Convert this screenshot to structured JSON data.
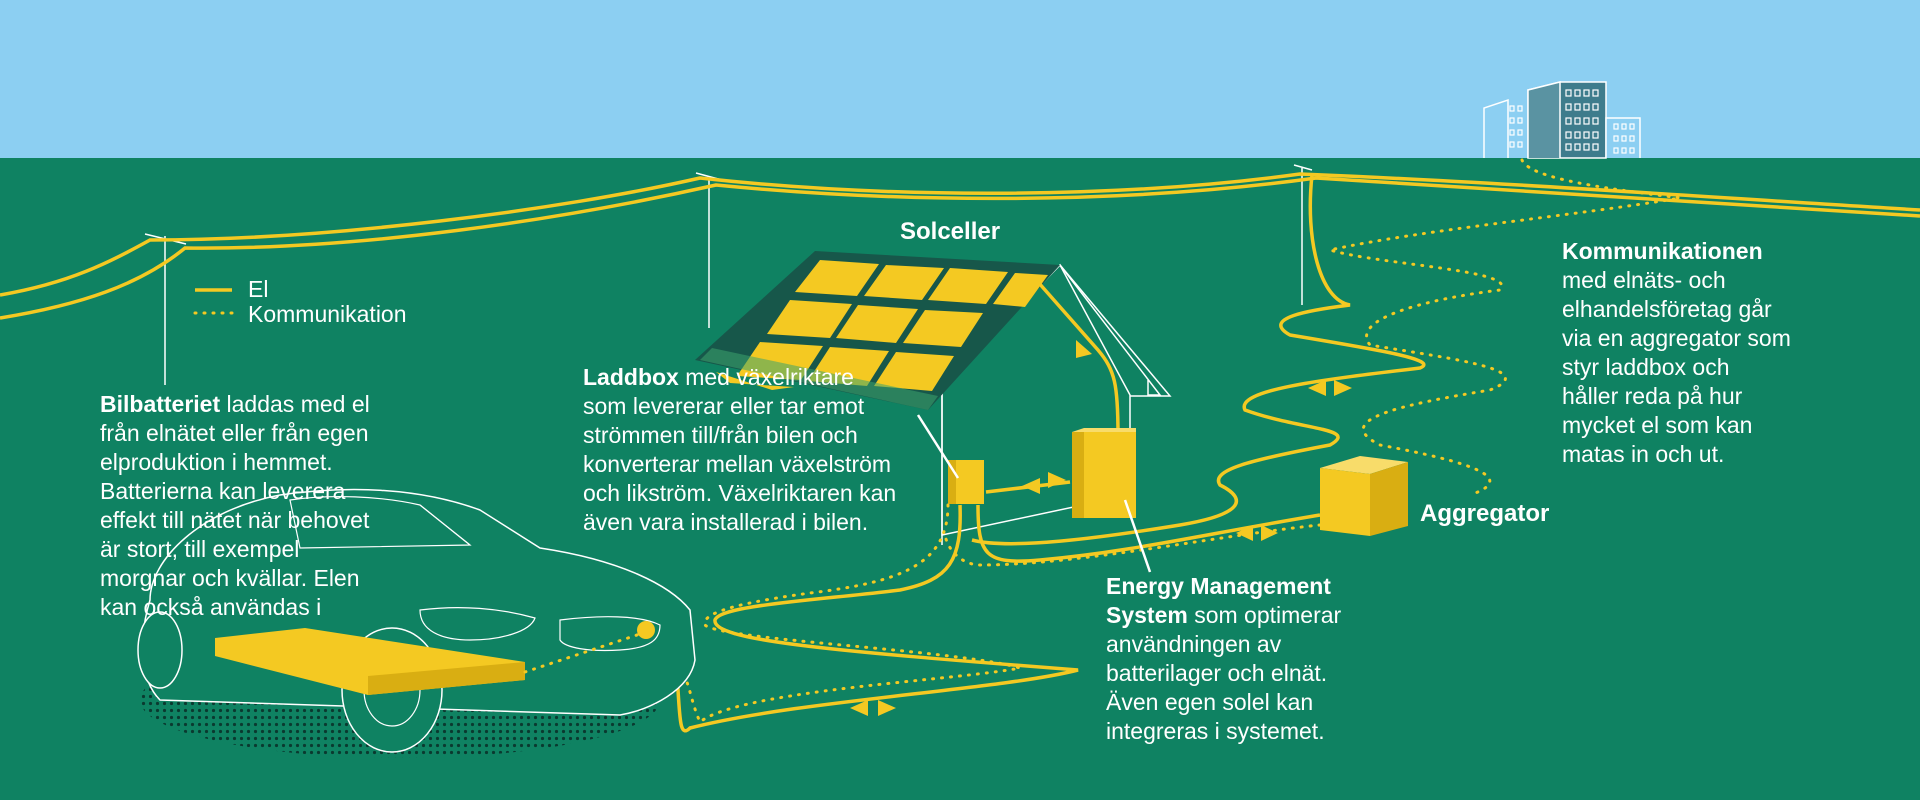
{
  "colors": {
    "sky": "#8ccff2",
    "ground": "#0f8262",
    "yellow": "#f4c922",
    "dark_green": "#17574a",
    "white": "#ffffff"
  },
  "legend": {
    "electricity": "El",
    "communication": "Kommunikation"
  },
  "labels": {
    "solar": "Solceller",
    "aggregator": "Aggregator"
  },
  "blocks": {
    "car_battery": {
      "bold": "Bilbatteriet",
      "lines": [
        " laddas med el",
        "från elnätet eller från egen",
        "elproduktion i hemmet.",
        "Batterierna kan leverera",
        "effekt till nätet när behovet",
        "är stort, till exempel",
        "morgnar och kvällar. Elen",
        "kan också användas i"
      ]
    },
    "charger": {
      "bold": "Laddbox",
      "lines": [
        " med växelriktare",
        "som levererar eller tar emot",
        "strömmen till/från bilen och",
        "konverterar mellan växelström",
        "och likström. Växelriktaren kan",
        "även vara installerad i bilen."
      ]
    },
    "ems": {
      "bold_lines": [
        "Energy Management",
        "System"
      ],
      "lines": [
        " som optimerar",
        "användningen av",
        "batterilager och elnät.",
        "Även egen solel kan",
        "integreras i systemet."
      ]
    },
    "communication": {
      "bold": "Kommunikationen",
      "lines": [
        "med elnäts- och",
        "elhandelsföretag går",
        "via en aggregator som",
        "styr laddbox och",
        "håller reda på hur",
        "mycket el som kan",
        "matas in och ut."
      ]
    }
  }
}
